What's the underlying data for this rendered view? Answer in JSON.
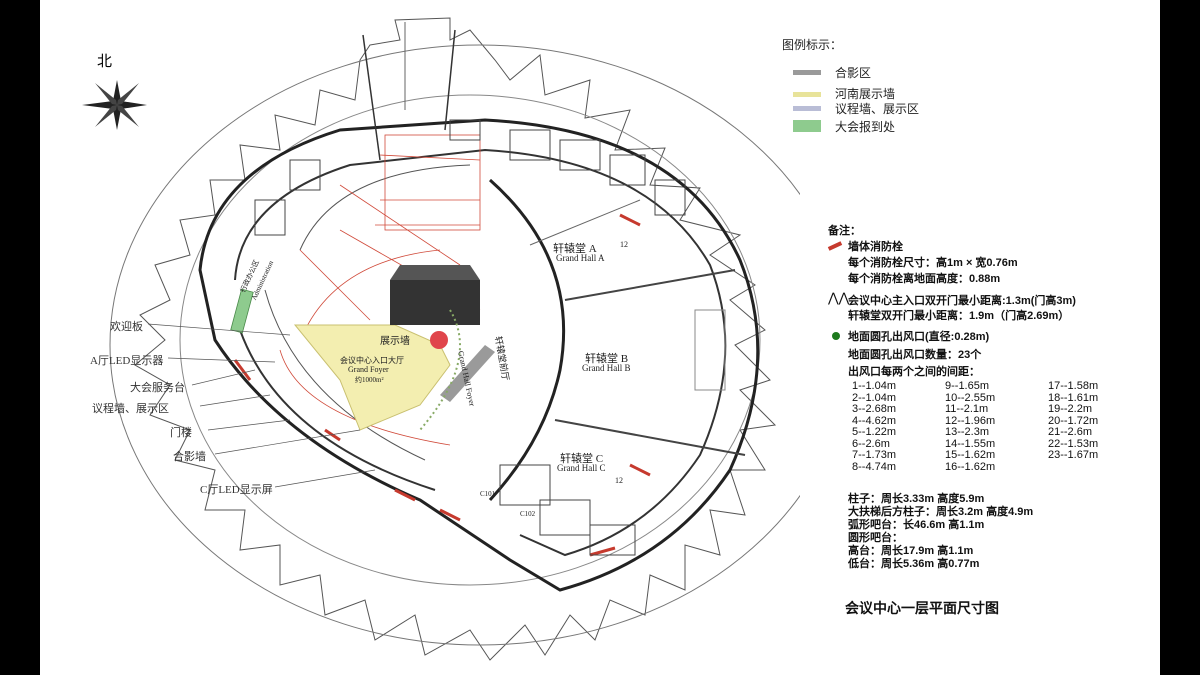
{
  "north_label": "北",
  "legend": {
    "title": "图例标示：",
    "items": [
      {
        "label": "合影区",
        "color": "#9a9a9a"
      },
      {
        "label": "河南展示墙",
        "color": "#e8e39a"
      },
      {
        "label": "议程墙、展示区",
        "color": "#b9bdd6"
      },
      {
        "label": "大会报到处",
        "color": "#8ecb8e"
      }
    ]
  },
  "notes": {
    "heading": "备注：",
    "hydrant_label": "墙体消防栓",
    "hydrant_size": "每个消防栓尺寸：高1m × 宽0.76m",
    "hydrant_height": "每个消防栓离地面高度：0.88m",
    "door_line1": "会议中心主入口双开门最小距离:1.3m(门高3m)",
    "door_line2": "轩辕堂双开门最小距离：1.9m（门高2.69m）",
    "vent_line1": "地面圆孔出风口(直径:0.28m)",
    "vent_line2": "地面圆孔出风口数量：23个",
    "vent_line3": "出风口每两个之间的间距：",
    "spacing_col1": [
      "1--1.04m",
      "2--1.04m",
      "3--2.68m",
      "4--4.62m",
      "5--1.22m",
      "6--2.6m",
      "7--1.73m",
      "8--4.74m"
    ],
    "spacing_col2": [
      "9--1.65m",
      "10--2.55m",
      "11--2.1m",
      "12--1.96m",
      "13--2.3m",
      "14--1.55m",
      "15--1.62m",
      "16--1.62m"
    ],
    "spacing_col3": [
      "17--1.58m",
      "18--1.61m",
      "19--2.2m",
      "20--1.72m",
      "21--2.6m",
      "22--1.53m",
      "23--1.67m"
    ],
    "pillar1": "柱子：周长3.33m 高度5.9m",
    "pillar2": "大扶梯后方柱子：周长3.2m 高度4.9m",
    "bar1": "弧形吧台：长46.6m 高1.1m",
    "bar2": "圆形吧台：",
    "bar3": "高台：周长17.9m  高1.1m",
    "bar4": "低台：周长5.36m  高0.77m"
  },
  "callouts": [
    "欢迎板",
    "A厅LED显示器",
    "大会服务台",
    "议程墙、展示区",
    "门楼",
    "合影墙",
    "C厅LED显示屏"
  ],
  "plan_labels": {
    "hall_a_cn": "轩辕堂  A",
    "hall_a_en": "Grand Hall A",
    "hall_b_cn": "轩辕堂  B",
    "hall_b_en": "Grand Hall B",
    "hall_c_cn": "轩辕堂  C",
    "hall_c_en": "Grand Hall C",
    "foyer_cn": "会议中心入口大厅",
    "foyer_en": "Grand Foyer",
    "foyer_area": "约1000m²",
    "display_wall": "展示墙",
    "hall_foyer_en": "Grand Hall Foyer",
    "hall_foyer_cn": "轩辕堂前厅",
    "admin_cn": "行政办公区",
    "admin_en": "Administration",
    "c101": "C101",
    "c102": "C102",
    "num12a": "12",
    "num12b": "12"
  },
  "caption": "会议中心一层平面尺寸图"
}
